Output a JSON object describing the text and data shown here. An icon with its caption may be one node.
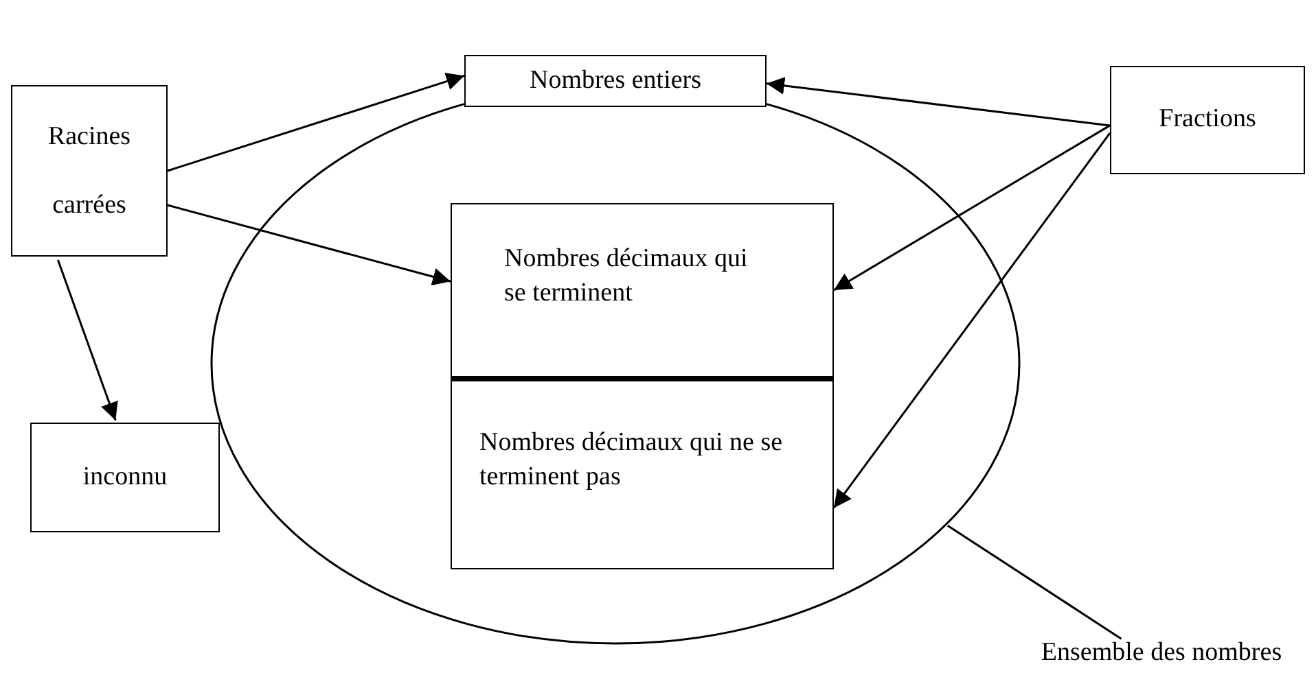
{
  "diagram": {
    "nodes": [
      {
        "text": [],
        "shape": "ellipse"
      },
      {
        "text": [
          "Racines carrées"
        ]
      },
      {
        "text": [
          "Nombres entiers"
        ]
      },
      {
        "text": [
          "Nombres décimaux qui se terminent"
        ],
        "in": 0
      },
      {
        "text": [
          "Nombres décimaux qui ne se terminent pas"
        ],
        "in": 0
      },
      {
        "text": [
          "Fractions"
        ]
      },
      {
        "text": [
          "inconnu"
        ]
      },
      {
        "text": [
          "Ensemble des nombres"
        ]
      }
    ],
    "edges": [
      {
        "from": 1,
        "to": 2,
        "arrow": "to"
      },
      {
        "from": 1,
        "to": 3,
        "arrow": "to"
      },
      {
        "from": 1,
        "to": 6,
        "arrow": "to"
      },
      {
        "from": 5,
        "to": 2,
        "arrow": "to"
      },
      {
        "from": 5,
        "to": 3,
        "arrow": "to"
      },
      {
        "from": 5,
        "to": 4,
        "arrow": "to"
      },
      {
        "from": 7,
        "to": 0,
        "arrow": "none"
      }
    ]
  }
}
